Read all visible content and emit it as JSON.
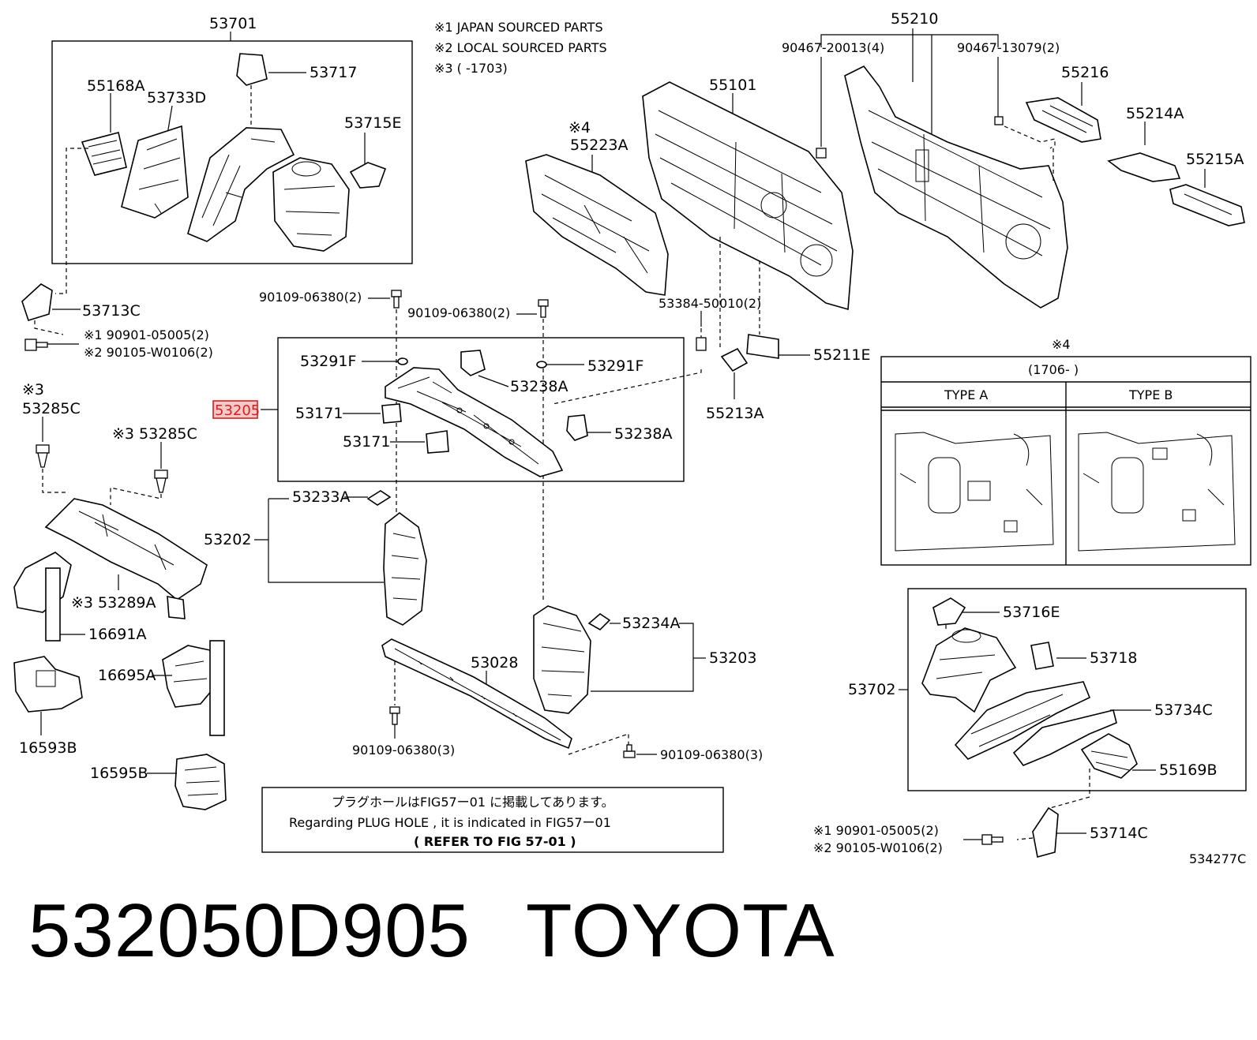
{
  "notes": {
    "n1": "※1  JAPAN SOURCED PARTS",
    "n2": "※2  LOCAL SOURCED PARTS",
    "n3": "※3 (       -1703)"
  },
  "labels": {
    "p53701": "53701",
    "p55168A": "55168A",
    "p53733D": "53733D",
    "p53717": "53717",
    "p53715E": "53715E",
    "p53713C": "53713C",
    "bolt_l1": "※1  90901-05005(2)",
    "bolt_l2": "※2  90105-W0106(2)",
    "p90109a": "90109-06380(2)",
    "p90109b": "90109-06380(2)",
    "p53291F_l": "53291F",
    "p53291F_r": "53291F",
    "p53238A_t": "53238A",
    "p53238A_b": "53238A",
    "p53205": "53205",
    "p53171_a": "53171",
    "p53171_b": "53171",
    "p53285C_mark": "※3",
    "p53285C_l": "53285C",
    "p53285C_r": "※3 53285C",
    "p53233A": "53233A",
    "p53202": "53202",
    "p53289A": "※3 53289A",
    "p16691A": "16691A",
    "p16695A": "16695A",
    "p16593B": "16593B",
    "p16595B": "16595B",
    "p53028": "53028",
    "p90109c": "90109-06380(3)",
    "p90109d": "90109-06380(3)",
    "p53234A": "53234A",
    "p53203": "53203",
    "p55223A_mark": "※4",
    "p55223A": "55223A",
    "p55101": "55101",
    "p53384": "53384-50010(2)",
    "p55211E": "55211E",
    "p55213A": "55213A",
    "p55210": "55210",
    "p90467a": "90467-20013(4)",
    "p90467b": "90467-13079(2)",
    "p55216": "55216",
    "p55214A": "55214A",
    "p55215A": "55215A",
    "p53716E": "53716E",
    "p53718": "53718",
    "p53702": "53702",
    "p53734C": "53734C",
    "p55169B": "55169B",
    "bolt_r1": "※1  90901-05005(2)",
    "bolt_r2": "※2  90105-W0106(2)",
    "p53714C": "53714C",
    "fig_id": "534277C"
  },
  "table": {
    "mark": "※4",
    "range": "(1706-     )",
    "col_a": "TYPE A",
    "col_b": "TYPE B"
  },
  "notice": {
    "line_jp": "プラグホールはFIG57ー01 に掲載してあります。",
    "line_en": "Regarding  PLUG  HOLE  , it  is  indicated  in  FIG57ー01",
    "line_ref": "(     REFER  TO  FIG  57-01     )"
  },
  "caption": {
    "part_number": "532050D905",
    "brand": "TOYOTA"
  },
  "colors": {
    "highlight": "#d61f1f",
    "highlight_fill": "#f6c9c9",
    "line": "#000000"
  }
}
